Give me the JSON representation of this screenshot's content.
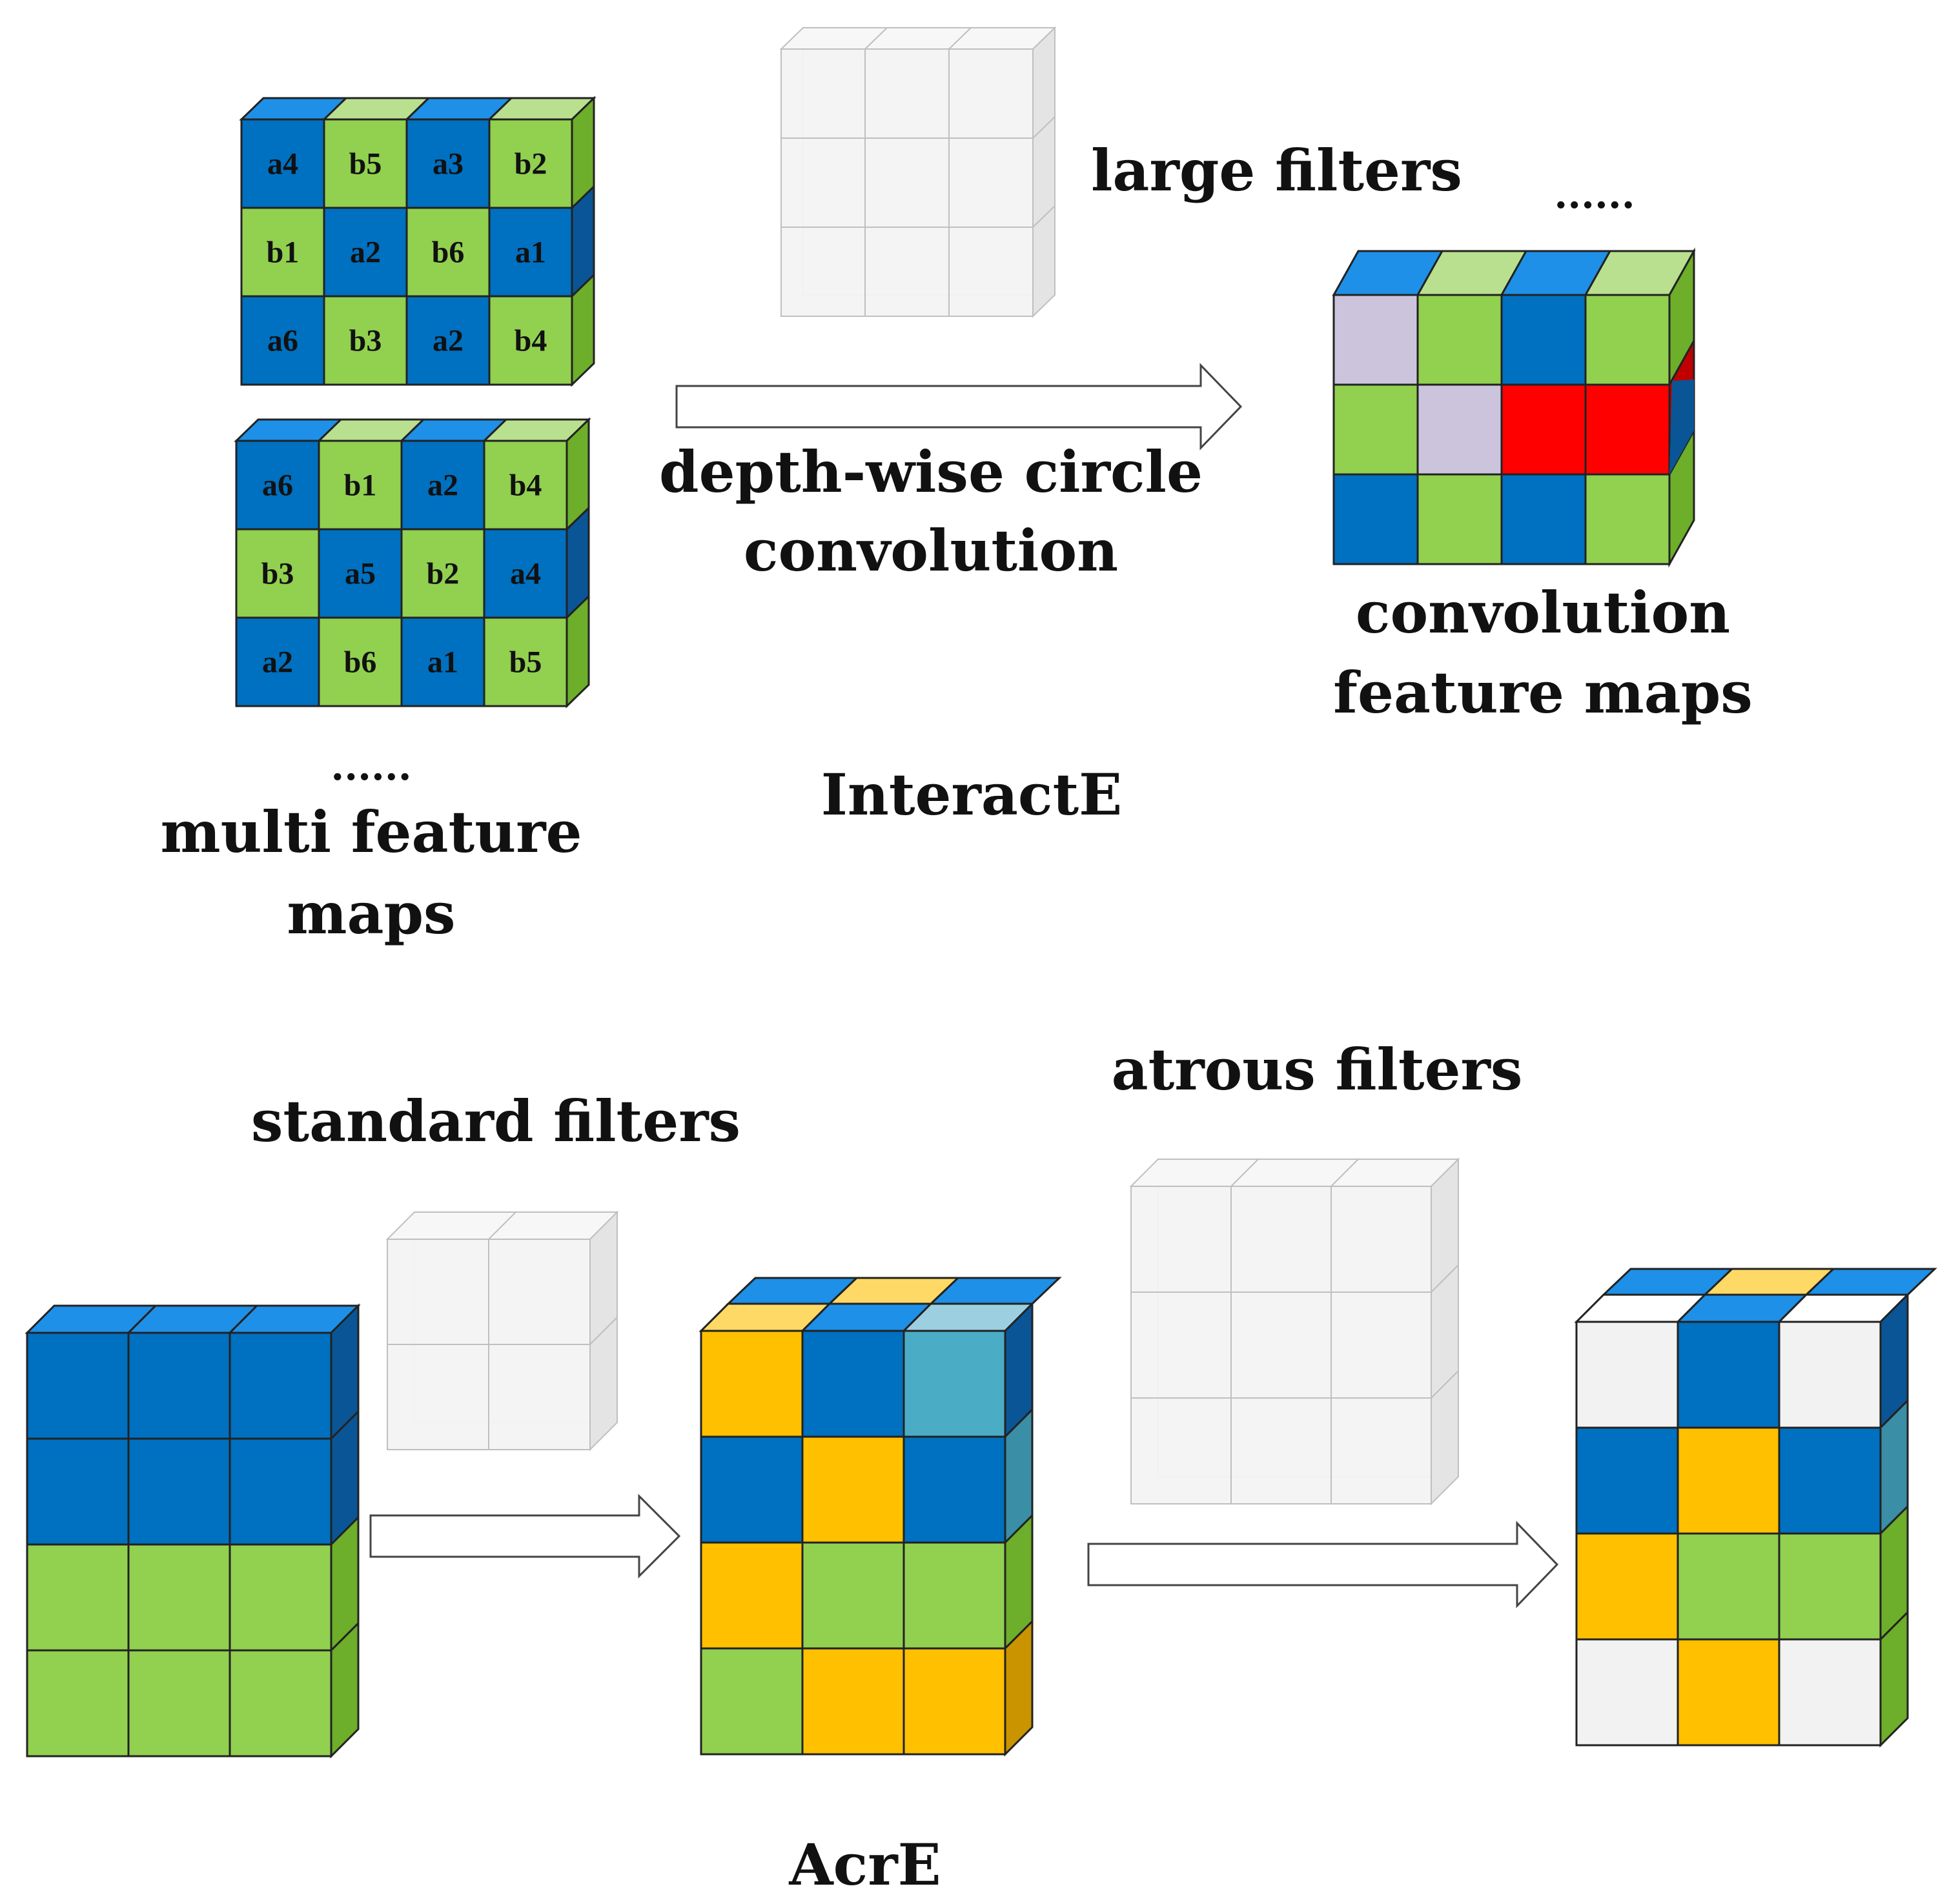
{
  "colors": {
    "blue": "#0070C0",
    "blue_top": "#1E90E8",
    "blue_side": "#0A5596",
    "green": "#92D050",
    "green_top": "#B9E08F",
    "green_side": "#6DAE2A",
    "lavender": "#CCC4DC",
    "red": "#FF0000",
    "red_side": "#C00000",
    "orange": "#FFC000",
    "orange_top": "#FFD966",
    "orange_side": "#C99400",
    "teal": "#4BACC6",
    "teal_side": "#3A8EA6",
    "white_cell": "#F2F2F2",
    "ghost": "#F3F3F3",
    "ghost_edge": "#BFBFBF"
  },
  "interacte": {
    "title": "InteractE",
    "feature_map_1": {
      "rows": [
        [
          "a4",
          "b5",
          "a3",
          "b2"
        ],
        [
          "b1",
          "a2",
          "b6",
          "a1"
        ],
        [
          "a6",
          "b3",
          "a2",
          "b4"
        ]
      ]
    },
    "feature_map_2": {
      "rows": [
        [
          "a6",
          "b1",
          "a2",
          "b4"
        ],
        [
          "b3",
          "a5",
          "b2",
          "a4"
        ],
        [
          "a2",
          "b6",
          "a1",
          "b5"
        ]
      ]
    },
    "ellipsis_left": "......",
    "multi_label_1": "multi feature",
    "multi_label_2": "maps",
    "filter_label": "large filters",
    "arrow_label_1": "depth-wise circle",
    "arrow_label_2": "convolution",
    "ellipsis_right": "......",
    "output_label_1": "convolution",
    "output_label_2": "feature maps"
  },
  "acre": {
    "title": "AcrE",
    "standard_label": "standard filters",
    "atrous_label": "atrous filters"
  }
}
